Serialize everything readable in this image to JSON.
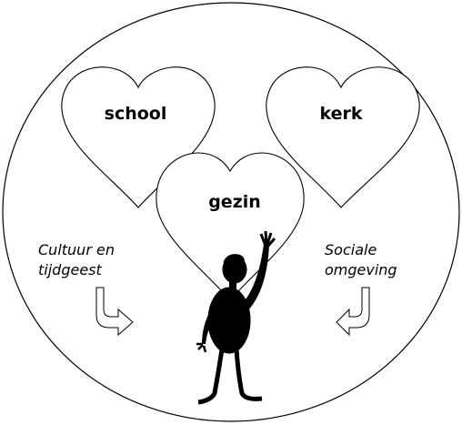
{
  "hearts": {
    "school": "school",
    "kerk": "kerk",
    "gezin": "gezin"
  },
  "influences": {
    "left_line1": "Cultuur en",
    "left_line2": "tijdgeest",
    "right_line1": "Sociale",
    "right_line2": "omgeving"
  },
  "icons": {
    "left_arrow": "curved-arrow-down-right-icon",
    "right_arrow": "curved-arrow-down-left-icon",
    "figure": "waving-person-icon"
  }
}
